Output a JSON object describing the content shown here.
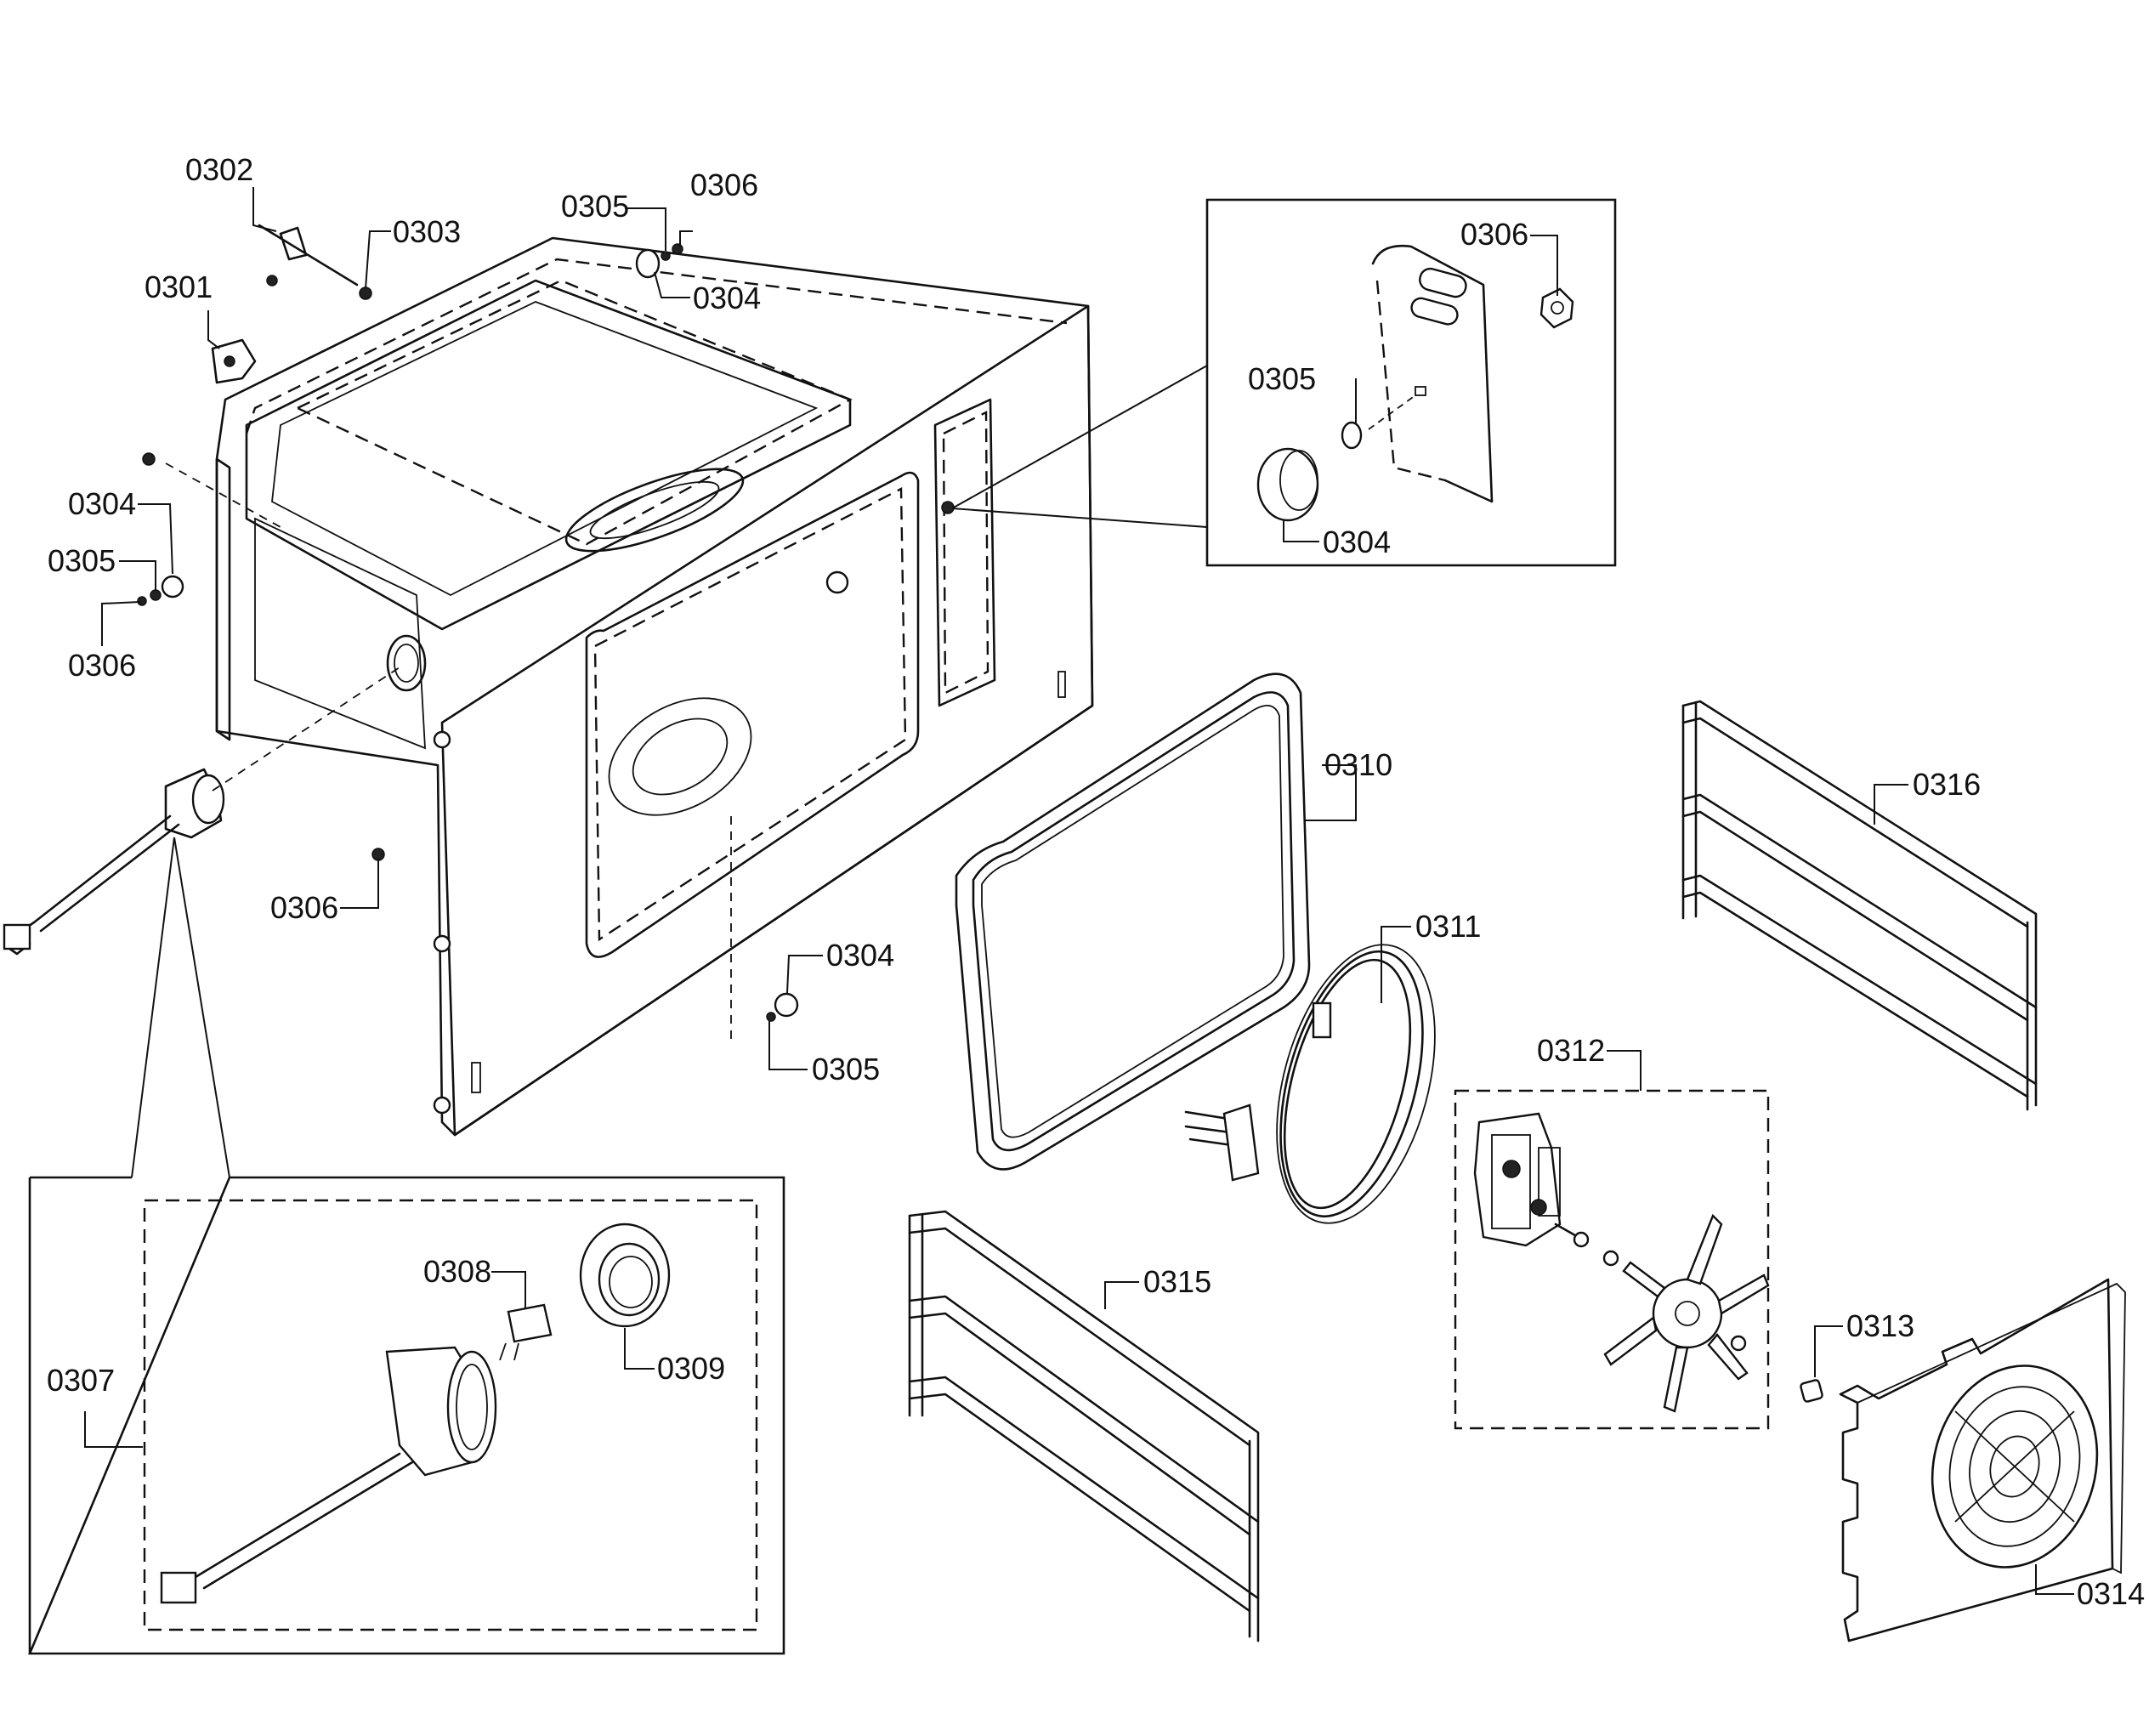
{
  "labels": {
    "p0301": "0301",
    "p0302": "0302",
    "p0303": "0303",
    "p0304_top": "0304",
    "p0305_top": "0305",
    "p0306_top": "0306",
    "p0304_left": "0304",
    "p0305_left": "0305",
    "p0306_left": "0306",
    "p0306_lower": "0306",
    "p0304_front": "0304",
    "p0305_front": "0305",
    "p0306_inset": "0306",
    "p0305_inset": "0305",
    "p0304_inset": "0304",
    "p0307": "0307",
    "p0308": "0308",
    "p0309": "0309",
    "p0310": "0310",
    "p0311": "0311",
    "p0312": "0312",
    "p0313": "0313",
    "p0314": "0314",
    "p0315": "0315",
    "p0316": "0316"
  }
}
